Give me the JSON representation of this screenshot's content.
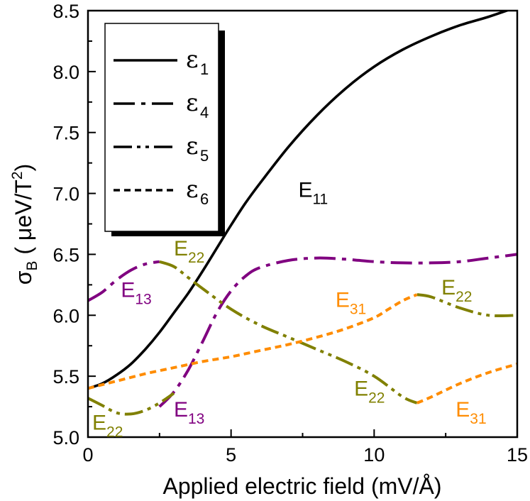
{
  "chart_data": {
    "type": "line",
    "xlabel": "Applied electric field (mV/Å)",
    "ylabel": {
      "symbol": "σ",
      "subscript": "B",
      "units_prefix": " ( μeV/T",
      "units_sup": "2",
      "units_suffix": ")"
    },
    "xlim": [
      0,
      15
    ],
    "ylim": [
      5.0,
      8.5
    ],
    "x_ticks": [
      "0",
      "5",
      "10",
      "15"
    ],
    "y_ticks": [
      "5.0",
      "5.5",
      "6.0",
      "6.5",
      "7.0",
      "7.5",
      "8.0",
      "8.5"
    ],
    "grid": false,
    "legend_position": "top-left",
    "legend": [
      {
        "symbol": "ε",
        "subscript": "1",
        "style": "solid"
      },
      {
        "symbol": "ε",
        "subscript": "4",
        "style": "dash-dot"
      },
      {
        "symbol": "ε",
        "subscript": "5",
        "style": "dash-dot-dot"
      },
      {
        "symbol": "ε",
        "subscript": "6",
        "style": "short-dash"
      }
    ],
    "series": [
      {
        "style": "solid",
        "color": "#000000",
        "x": [
          0,
          0.5,
          1,
          1.5,
          2,
          2.5,
          3,
          3.5,
          4,
          4.5,
          5,
          5.5,
          6,
          7,
          8,
          9,
          10,
          11,
          12,
          13,
          14,
          15
        ],
        "y": [
          5.4,
          5.44,
          5.51,
          5.6,
          5.72,
          5.86,
          6.02,
          6.18,
          6.36,
          6.55,
          6.74,
          6.92,
          7.08,
          7.38,
          7.64,
          7.86,
          8.04,
          8.18,
          8.29,
          8.38,
          8.45,
          8.53
        ]
      },
      {
        "style": "dash-dot",
        "color": "#800080",
        "x": [
          0,
          0.5,
          1,
          1.5,
          2,
          2.5
        ],
        "y": [
          6.12,
          6.19,
          6.29,
          6.37,
          6.42,
          6.44
        ]
      },
      {
        "style": "dash-dot",
        "color": "#800080",
        "x": [
          2.5,
          3,
          3.5,
          4,
          4.5,
          5,
          5.5,
          6,
          7,
          8,
          9,
          10,
          11,
          12,
          13,
          14,
          15
        ],
        "y": [
          5.25,
          5.37,
          5.55,
          5.78,
          6.02,
          6.2,
          6.32,
          6.39,
          6.45,
          6.47,
          6.46,
          6.44,
          6.43,
          6.43,
          6.44,
          6.47,
          6.5
        ]
      },
      {
        "style": "dash-dot-dot",
        "color": "#808000",
        "x": [
          0,
          0.5,
          1,
          1.5,
          2,
          2.5,
          3
        ],
        "y": [
          5.32,
          5.26,
          5.2,
          5.19,
          5.22,
          5.28,
          5.36
        ]
      },
      {
        "style": "dash-dot-dot",
        "color": "#808000",
        "x": [
          2.5,
          3,
          3.5,
          4,
          5,
          6,
          7,
          8,
          9,
          10,
          11,
          11.5
        ],
        "y": [
          6.44,
          6.4,
          6.31,
          6.22,
          6.05,
          5.92,
          5.82,
          5.72,
          5.62,
          5.5,
          5.33,
          5.28
        ]
      },
      {
        "style": "dash-dot-dot",
        "color": "#808000",
        "x": [
          11.5,
          12,
          13,
          14,
          15
        ],
        "y": [
          6.17,
          6.15,
          6.06,
          6.0,
          6.0
        ]
      },
      {
        "style": "short-dash",
        "color": "#FF8C00",
        "x": [
          0,
          1,
          2,
          3,
          4,
          5,
          6,
          7,
          8,
          9,
          10,
          10.5,
          11,
          11.5
        ],
        "y": [
          5.4,
          5.46,
          5.52,
          5.57,
          5.62,
          5.66,
          5.71,
          5.76,
          5.82,
          5.89,
          5.98,
          6.05,
          6.12,
          6.17
        ]
      },
      {
        "style": "short-dash",
        "color": "#FF8C00",
        "x": [
          11.5,
          12,
          13,
          14,
          15
        ],
        "y": [
          5.28,
          5.33,
          5.44,
          5.53,
          5.6
        ]
      }
    ],
    "annotations": [
      {
        "main": "E",
        "sub": "11",
        "color": "#000000",
        "x": 7.35,
        "y": 6.97
      },
      {
        "main": "E",
        "sub": "22",
        "color": "#808000",
        "x": 3.0,
        "y": 6.49
      },
      {
        "main": "E",
        "sub": "13",
        "color": "#800080",
        "x": 1.15,
        "y": 6.15
      },
      {
        "main": "E",
        "sub": "31",
        "color": "#FF8C00",
        "x": 8.65,
        "y": 6.07
      },
      {
        "main": "E",
        "sub": "22",
        "color": "#808000",
        "x": 12.35,
        "y": 6.17
      },
      {
        "main": "E",
        "sub": "22",
        "color": "#808000",
        "x": 9.3,
        "y": 5.34
      },
      {
        "main": "E",
        "sub": "13",
        "color": "#800080",
        "x": 3.0,
        "y": 5.17
      },
      {
        "main": "E",
        "sub": "31",
        "color": "#FF8C00",
        "x": 12.85,
        "y": 5.17
      },
      {
        "main": "E",
        "sub": "22",
        "color": "#808000",
        "x": 0.15,
        "y": 5.06
      }
    ]
  }
}
